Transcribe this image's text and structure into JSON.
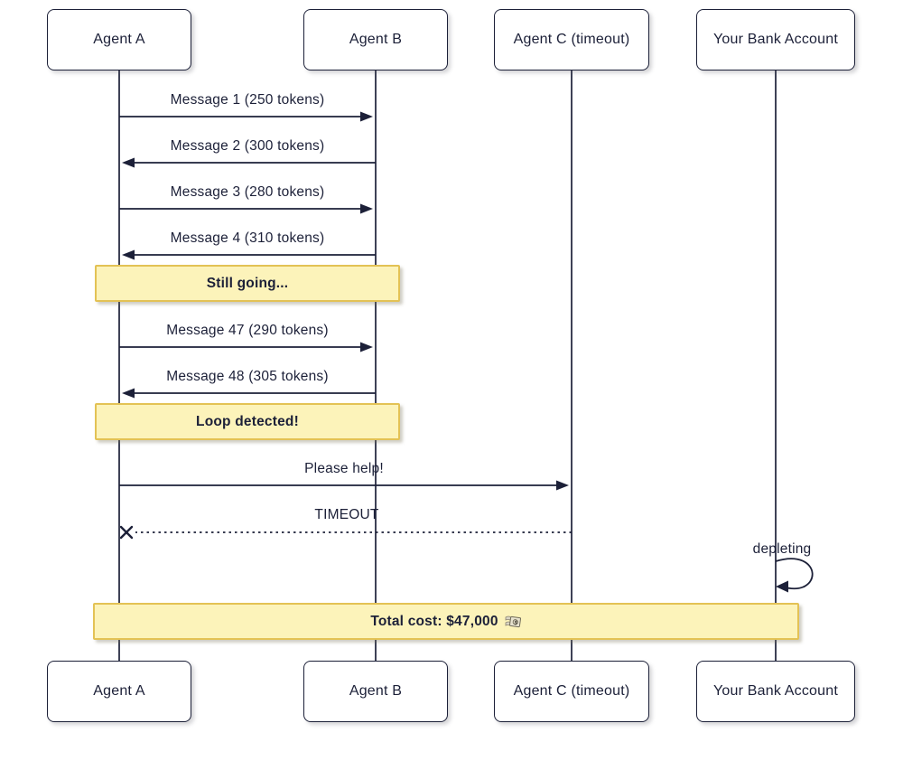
{
  "diagram": {
    "type": "sequence-diagram",
    "participants": [
      {
        "id": "agent-a",
        "label": "Agent A"
      },
      {
        "id": "agent-b",
        "label": "Agent B"
      },
      {
        "id": "agent-c",
        "label": "Agent C (timeout)"
      },
      {
        "id": "bank",
        "label": "Your Bank Account"
      }
    ],
    "messages": [
      {
        "from": "Agent A",
        "to": "Agent B",
        "label": "Message 1 (250 tokens)",
        "style": "solid-arrow"
      },
      {
        "from": "Agent B",
        "to": "Agent A",
        "label": "Message 2 (300 tokens)",
        "style": "solid-arrow"
      },
      {
        "from": "Agent A",
        "to": "Agent B",
        "label": "Message 3 (280 tokens)",
        "style": "solid-arrow"
      },
      {
        "from": "Agent B",
        "to": "Agent A",
        "label": "Message 4 (310 tokens)",
        "style": "solid-arrow"
      },
      {
        "from": "Agent A",
        "to": "Agent B",
        "label": "Message 47 (290 tokens)",
        "style": "solid-arrow"
      },
      {
        "from": "Agent B",
        "to": "Agent A",
        "label": "Message 48 (305 tokens)",
        "style": "solid-arrow"
      },
      {
        "from": "Agent A",
        "to": "Agent C (timeout)",
        "label": "Please help!",
        "style": "solid-arrow"
      },
      {
        "from": "Agent C (timeout)",
        "to": "Agent A",
        "label": "TIMEOUT",
        "style": "dotted-x"
      },
      {
        "from": "Your Bank Account",
        "to": "Your Bank Account",
        "label": "depleting",
        "style": "self-loop"
      }
    ],
    "notes": [
      {
        "label": "Still going...",
        "over": "Agent A, Agent B"
      },
      {
        "label": "Loop detected!",
        "over": "Agent A, Agent B"
      },
      {
        "label": "Total cost: $47,000",
        "icon_char": "💸",
        "icon": "money-with-wings",
        "over": "all participants"
      }
    ],
    "colors": {
      "line": "#1c2038",
      "text": "#1c2038",
      "note_fill": "#fcf3ba",
      "note_border": "#e3c255",
      "box_fill": "#ffffff",
      "bg": "#ffffff"
    }
  }
}
